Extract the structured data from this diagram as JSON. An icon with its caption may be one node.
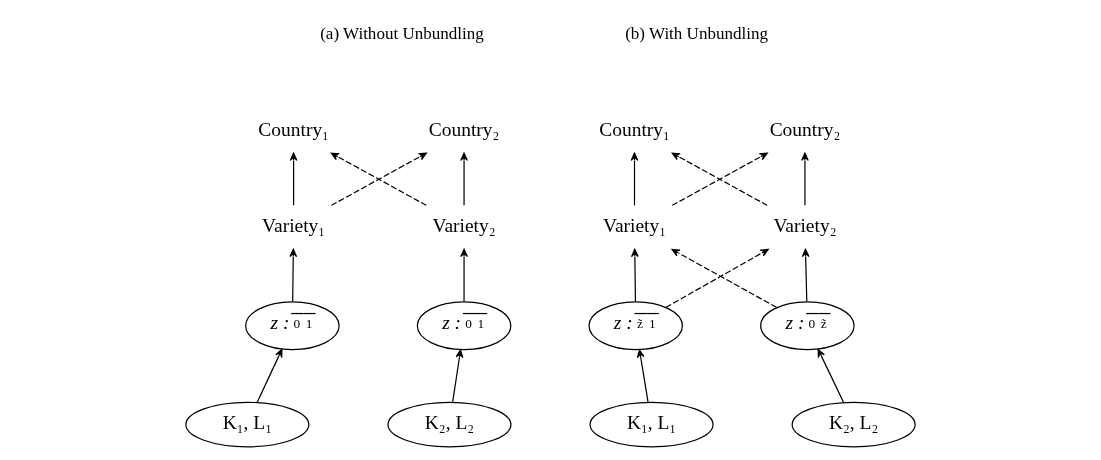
{
  "diagram": {
    "nodes": [
      {
        "text": [
          "Country₁"
        ]
      },
      {
        "text": [
          "Country₂"
        ]
      },
      {
        "text": [
          "Variety₁"
        ]
      },
      {
        "text": [
          "Variety₂"
        ]
      },
      {
        "text": [
          "z :",
          "0",
          "1"
        ]
      },
      {
        "text": [
          "z :",
          "0",
          "1"
        ]
      },
      {
        "text": [
          "K₁, L₁"
        ]
      },
      {
        "text": [
          "K₂, L₂"
        ]
      },
      {
        "text": [
          "Country₁"
        ]
      },
      {
        "text": [
          "Country₂"
        ]
      },
      {
        "text": [
          "Variety₁"
        ]
      },
      {
        "text": [
          "Variety₂"
        ]
      },
      {
        "text": [
          "z :",
          "z̃",
          "1"
        ]
      },
      {
        "text": [
          "z :",
          "0",
          "z̃"
        ]
      },
      {
        "text": [
          "K₁, L₁"
        ]
      },
      {
        "text": [
          "K₂, L₂"
        ]
      }
    ],
    "edges": [
      {
        "from": 2,
        "to": 0,
        "arrow": "to"
      },
      {
        "from": 3,
        "to": 1,
        "arrow": "to"
      },
      {
        "from": 2,
        "to": 1,
        "arrow": "to",
        "style": "dashed"
      },
      {
        "from": 3,
        "to": 0,
        "arrow": "to",
        "style": "dashed"
      },
      {
        "from": 4,
        "to": 2,
        "arrow": "to"
      },
      {
        "from": 5,
        "to": 3,
        "arrow": "to"
      },
      {
        "from": 6,
        "to": 4,
        "arrow": "to"
      },
      {
        "from": 7,
        "to": 5,
        "arrow": "to"
      },
      {
        "from": 10,
        "to": 8,
        "arrow": "to"
      },
      {
        "from": 11,
        "to": 9,
        "arrow": "to"
      },
      {
        "from": 10,
        "to": 9,
        "arrow": "to",
        "style": "dashed"
      },
      {
        "from": 11,
        "to": 8,
        "arrow": "to",
        "style": "dashed"
      },
      {
        "from": 12,
        "to": 10,
        "arrow": "to"
      },
      {
        "from": 13,
        "to": 11,
        "arrow": "to"
      },
      {
        "from": 12,
        "to": 11,
        "arrow": "to",
        "style": "dashed"
      },
      {
        "from": 13,
        "to": 10,
        "arrow": "to",
        "style": "dashed"
      },
      {
        "from": 14,
        "to": 12,
        "arrow": "to"
      },
      {
        "from": 15,
        "to": 13,
        "arrow": "to"
      }
    ],
    "labels": [
      "(a) Without Unbundling",
      "(b) With Unbundling"
    ]
  }
}
